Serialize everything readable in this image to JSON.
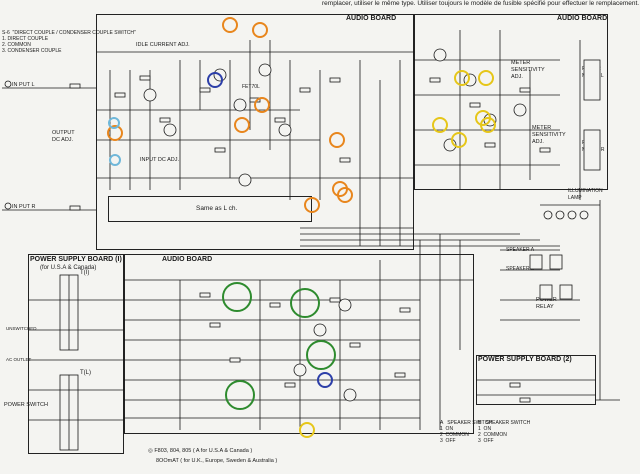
{
  "header_note": "remplacer, utiliser le même type.  Utiliser toujours le modèle de fusible spécifié pour effectuer le remplacement.",
  "boards": {
    "audio_left": "AUDIO BOARD",
    "audio_right": "AUDIO BOARD",
    "audio_lower": "AUDIO BOARD",
    "power1": "POWER SUPPLY BOARD (I)",
    "power1_sub": "(for U.S.A & Canada)",
    "power2": "POWER SUPPLY BOARD (2)"
  },
  "labels": {
    "switch_block": "S-6  \"DIRECT COUPLE / CONDENSER COUPLE SWITCH\"\n1. DIRECT COUPLE\n2. COMMON\n3. CONDENSER COUPLE",
    "in_put_l": "IN PUT L",
    "in_put_r": "IN PUT R",
    "output_dc": "OUTPUT DC ADJ.",
    "input_dc": "INPUT DC ADJ.",
    "idle": "IDLE CURRENT ADJ.",
    "same_as": "Same as L ch.",
    "meter_sens_l": "METER SENSITIVITY ADJ.",
    "meter_sens_r": "METER SENSITIVITY ADJ.",
    "power_meter_l": "POWER METER L",
    "power_meter_r": "POWER METER R",
    "illumination": "ILLUMINATION LAMP",
    "power_switch": "POWER SWITCH",
    "t1": "T(I)",
    "t2": "T(L)",
    "power_relay": "POWER RELAY",
    "speaker_a": "SPEAKER A",
    "speaker_b": "SPEAKER B",
    "sp_switch_a": "A   SPEAKER SWITCH\n1  ON\n2  COMMON\n3  OFF",
    "sp_switch_b": "B   SPEAKER SWITCH\n1  ON\n2  COMMON\n3  OFF",
    "fuse_note_1": "◎ F803, 804, 805    ( A  for U.S.A & Canada )",
    "fuse_note_2": "8OOmAT ( for U.K., Europe, Sweden & Australia )",
    "q_fet": "FET70L",
    "ac_outlet": "AC OUTLET",
    "unswitched": "UNSWITCHED"
  },
  "colors": {
    "line": "#1a1a1a",
    "orange": "#e8861d",
    "yellow": "#e6c619",
    "green": "#2e8b2e",
    "blue": "#2d3fa8",
    "cyan": "#6fb7d9",
    "paper": "#f4f4f1"
  }
}
